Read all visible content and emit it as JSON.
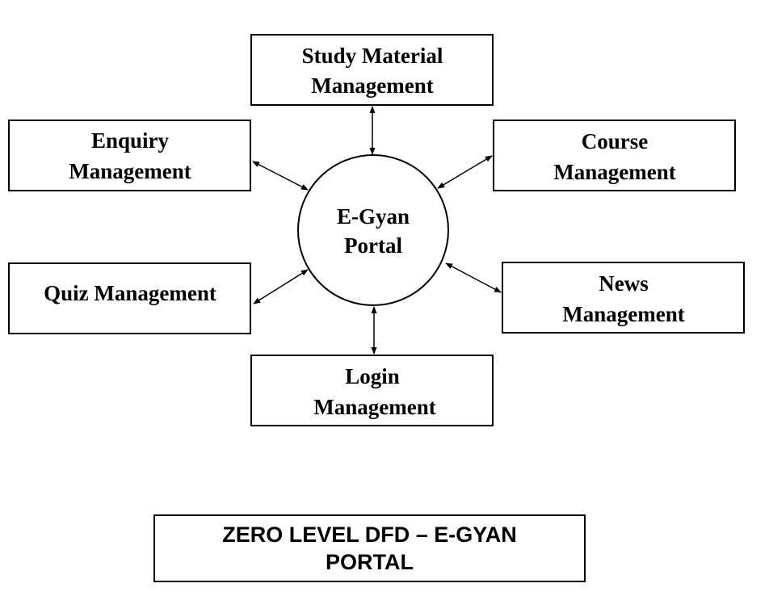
{
  "diagram": {
    "center": {
      "line1": "E-Gyan",
      "line2": "Portal"
    },
    "nodes": {
      "study_material": {
        "line1": "Study Material",
        "line2": "Management"
      },
      "enquiry": {
        "line1": "Enquiry",
        "line2": "Management"
      },
      "course": {
        "line1": "Course",
        "line2": "Management"
      },
      "quiz": {
        "line1": "Quiz Management"
      },
      "news": {
        "line1": "News",
        "line2": "Management"
      },
      "login": {
        "line1": "Login",
        "line2": "Management"
      }
    }
  },
  "caption": {
    "line1": "ZERO LEVEL DFD – E-GYAN",
    "line2": "PORTAL"
  }
}
